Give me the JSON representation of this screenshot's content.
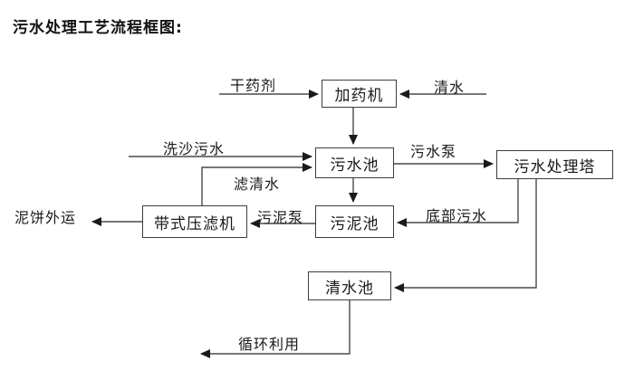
{
  "title": "污水处理工艺流程框图:",
  "diagram": {
    "type": "flowchart",
    "line_color": "#4a4a4a",
    "box_border_color": "#3d3d3d",
    "text_color": "#1a1a1a",
    "background_color": "#ffffff",
    "nodes": {
      "dosing_machine": "加药机",
      "sewage_pool": "污水池",
      "treatment_tower": "污水处理塔",
      "sludge_pool": "污泥池",
      "belt_filter_press": "带式压滤机",
      "clean_water_pool": "清水池"
    },
    "edge_labels": {
      "dry_chemical": "干药剂",
      "clean_water": "清水",
      "sand_washing_sewage": "洗沙污水",
      "sewage_pump": "污水泵",
      "filtered_water": "滤清水",
      "sludge_pump": "污泥泵",
      "bottom_sewage": "底部污水",
      "mud_cake_out": "泥饼外运",
      "recycle_use": "循环利用"
    },
    "edges": [
      {
        "from": "dry_chemical_source",
        "to": "dosing_machine",
        "label": "干药剂"
      },
      {
        "from": "clean_water_source",
        "to": "dosing_machine",
        "label": "清水"
      },
      {
        "from": "dosing_machine",
        "to": "sewage_pool",
        "label": ""
      },
      {
        "from": "sand_washing_source",
        "to": "sewage_pool",
        "label": "洗沙污水"
      },
      {
        "from": "belt_filter_press",
        "to": "sewage_pool",
        "label": "滤清水"
      },
      {
        "from": "sewage_pool",
        "to": "treatment_tower",
        "label": "污水泵"
      },
      {
        "from": "sewage_pool",
        "to": "sludge_pool",
        "label": ""
      },
      {
        "from": "treatment_tower",
        "to": "sludge_pool",
        "label": "底部污水"
      },
      {
        "from": "sludge_pool",
        "to": "belt_filter_press",
        "label": "污泥泵"
      },
      {
        "from": "belt_filter_press",
        "to": "mud_cake_out",
        "label": "泥饼外运"
      },
      {
        "from": "treatment_tower",
        "to": "clean_water_pool",
        "label": ""
      },
      {
        "from": "clean_water_pool",
        "to": "recycle_out",
        "label": "循环利用"
      }
    ]
  }
}
